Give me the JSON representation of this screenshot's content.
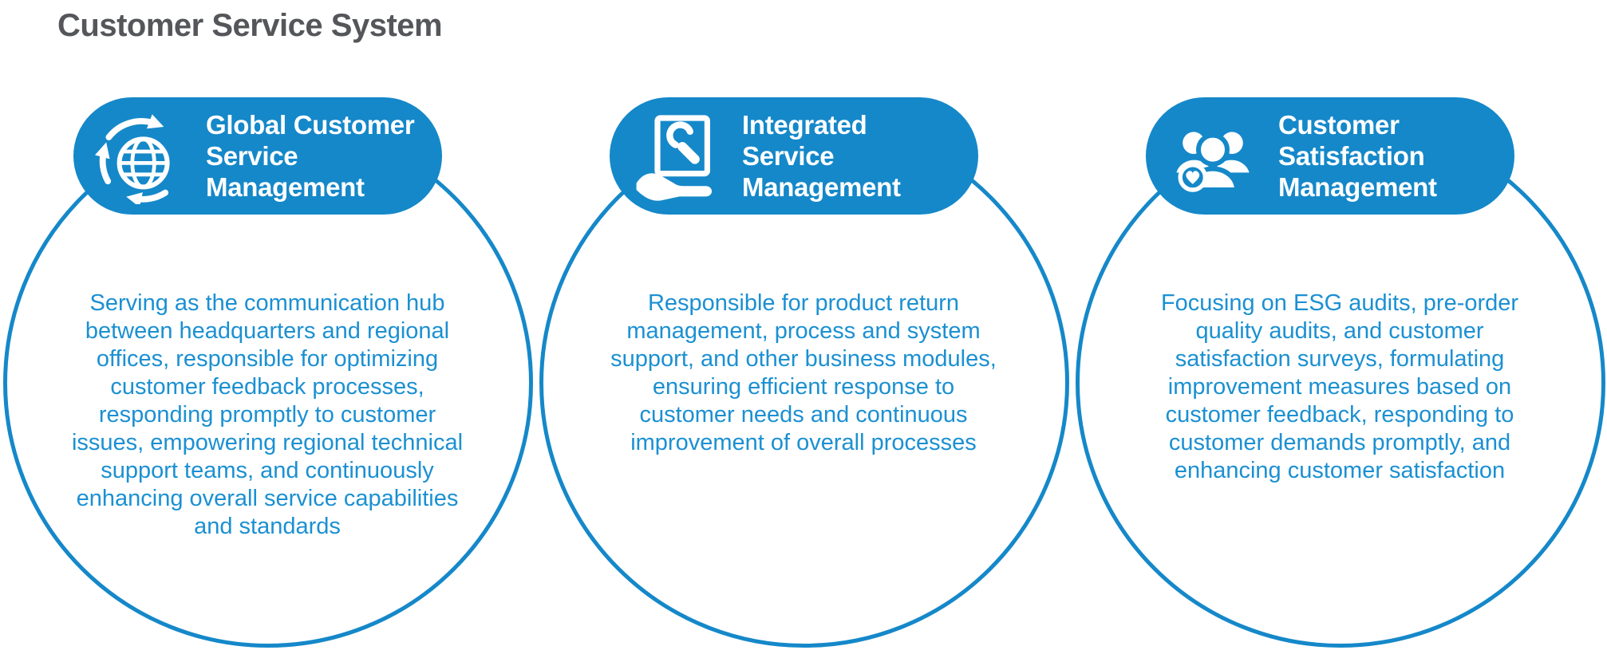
{
  "page": {
    "title": "Customer Service System"
  },
  "colors": {
    "accent_blue": "#1588c9",
    "body_text_blue": "#1b90d2",
    "title_gray": "#54565a",
    "background": "#ffffff"
  },
  "cards": [
    {
      "icon": "globe-sync-icon",
      "title": "Global Customer\nService\nManagement",
      "description": "Serving as the communication hub between headquarters and regional offices, responsible for optimizing customer feedback processes, responding promptly to customer issues, empowering regional technical support teams, and continuously enhancing overall service capabilities and standards"
    },
    {
      "icon": "hand-wrench-icon",
      "title": "Integrated\nService\nManagement",
      "description": "Responsible for product return management, process and system support, and other business modules, ensuring efficient response to customer needs and continuous improvement of overall processes"
    },
    {
      "icon": "people-heart-icon",
      "title": "Customer\nSatisfaction\nManagement",
      "description": "Focusing on ESG audits, pre-order quality audits, and customer satisfaction surveys, formulating improvement measures based on customer feedback, responding to customer demands promptly, and enhancing customer satisfaction"
    }
  ]
}
